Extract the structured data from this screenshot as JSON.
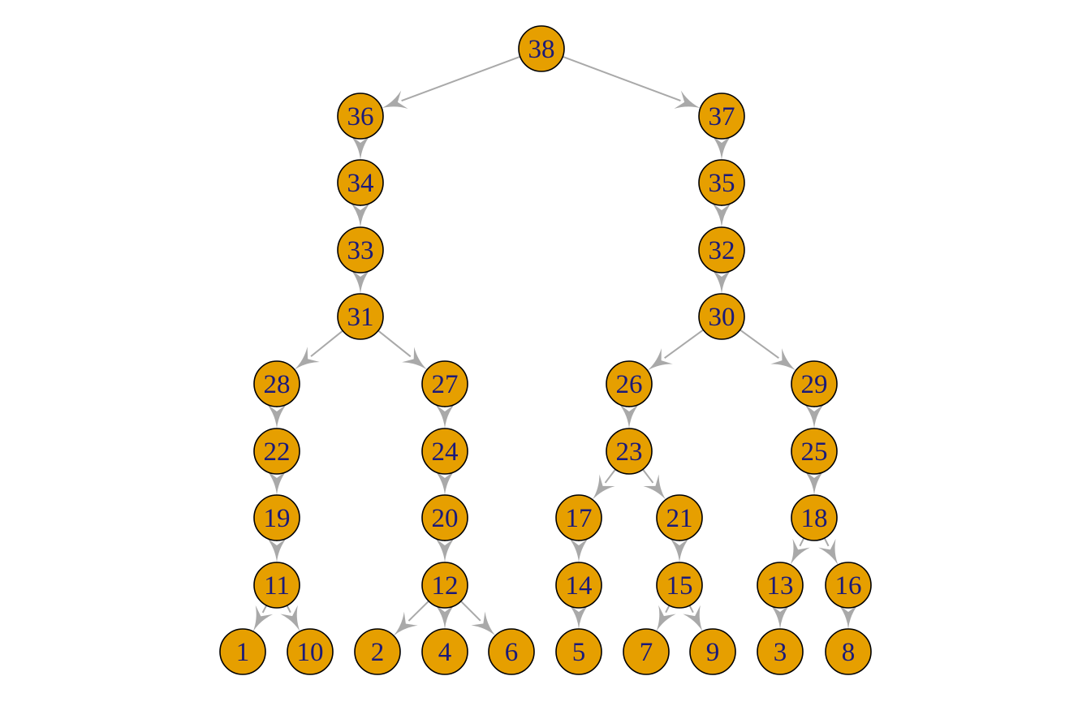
{
  "colors": {
    "node_fill": "#E69F00",
    "node_stroke": "#000000",
    "label": "#1A1A7A",
    "edge": "#A9A9A9",
    "background": "#FFFFFF"
  },
  "nodes": [
    {
      "id": "38",
      "label": "38"
    },
    {
      "id": "36",
      "label": "36"
    },
    {
      "id": "37",
      "label": "37"
    },
    {
      "id": "34",
      "label": "34"
    },
    {
      "id": "35",
      "label": "35"
    },
    {
      "id": "33",
      "label": "33"
    },
    {
      "id": "32",
      "label": "32"
    },
    {
      "id": "31",
      "label": "31"
    },
    {
      "id": "30",
      "label": "30"
    },
    {
      "id": "28",
      "label": "28"
    },
    {
      "id": "27",
      "label": "27"
    },
    {
      "id": "26",
      "label": "26"
    },
    {
      "id": "29",
      "label": "29"
    },
    {
      "id": "22",
      "label": "22"
    },
    {
      "id": "24",
      "label": "24"
    },
    {
      "id": "23",
      "label": "23"
    },
    {
      "id": "25",
      "label": "25"
    },
    {
      "id": "19",
      "label": "19"
    },
    {
      "id": "20",
      "label": "20"
    },
    {
      "id": "17",
      "label": "17"
    },
    {
      "id": "21",
      "label": "21"
    },
    {
      "id": "18",
      "label": "18"
    },
    {
      "id": "11",
      "label": "11"
    },
    {
      "id": "12",
      "label": "12"
    },
    {
      "id": "14",
      "label": "14"
    },
    {
      "id": "15",
      "label": "15"
    },
    {
      "id": "13",
      "label": "13"
    },
    {
      "id": "16",
      "label": "16"
    },
    {
      "id": "1",
      "label": "1"
    },
    {
      "id": "10",
      "label": "10"
    },
    {
      "id": "2",
      "label": "2"
    },
    {
      "id": "4",
      "label": "4"
    },
    {
      "id": "6",
      "label": "6"
    },
    {
      "id": "5",
      "label": "5"
    },
    {
      "id": "7",
      "label": "7"
    },
    {
      "id": "9",
      "label": "9"
    },
    {
      "id": "3",
      "label": "3"
    },
    {
      "id": "8",
      "label": "8"
    }
  ],
  "edges": [
    {
      "from": "38",
      "to": "36"
    },
    {
      "from": "38",
      "to": "37"
    },
    {
      "from": "36",
      "to": "34"
    },
    {
      "from": "34",
      "to": "33"
    },
    {
      "from": "33",
      "to": "31"
    },
    {
      "from": "37",
      "to": "35"
    },
    {
      "from": "35",
      "to": "32"
    },
    {
      "from": "32",
      "to": "30"
    },
    {
      "from": "31",
      "to": "28"
    },
    {
      "from": "31",
      "to": "27"
    },
    {
      "from": "30",
      "to": "26"
    },
    {
      "from": "30",
      "to": "29"
    },
    {
      "from": "28",
      "to": "22"
    },
    {
      "from": "22",
      "to": "19"
    },
    {
      "from": "19",
      "to": "11"
    },
    {
      "from": "11",
      "to": "1"
    },
    {
      "from": "11",
      "to": "10"
    },
    {
      "from": "27",
      "to": "24"
    },
    {
      "from": "24",
      "to": "20"
    },
    {
      "from": "20",
      "to": "12"
    },
    {
      "from": "12",
      "to": "2"
    },
    {
      "from": "12",
      "to": "4"
    },
    {
      "from": "12",
      "to": "6"
    },
    {
      "from": "26",
      "to": "23"
    },
    {
      "from": "23",
      "to": "17"
    },
    {
      "from": "23",
      "to": "21"
    },
    {
      "from": "17",
      "to": "14"
    },
    {
      "from": "14",
      "to": "5"
    },
    {
      "from": "21",
      "to": "15"
    },
    {
      "from": "15",
      "to": "7"
    },
    {
      "from": "15",
      "to": "9"
    },
    {
      "from": "29",
      "to": "25"
    },
    {
      "from": "25",
      "to": "18"
    },
    {
      "from": "18",
      "to": "13"
    },
    {
      "from": "18",
      "to": "16"
    },
    {
      "from": "13",
      "to": "3"
    },
    {
      "from": "16",
      "to": "8"
    }
  ]
}
